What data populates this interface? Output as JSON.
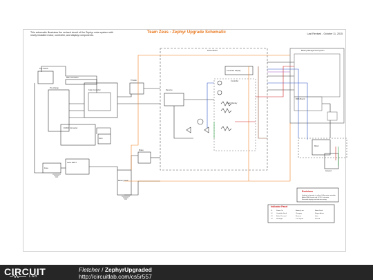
{
  "header": {
    "note": "This schematic illustrates the revised circuit of the Zephyr solar system with newly installed motor, controller, and display components.",
    "title": "Team Zeus - Zephyr Upgrade Schematic",
    "revised": "Last Revised - October 11, 2015"
  },
  "blocks": {
    "driver_board": "Driver Board",
    "battery_management": "Battery Management System",
    "controller": "Controller",
    "kelly_controller": "Kelly Controller",
    "bms_board": "BMS Board",
    "motor": "Motor",
    "horn": "Horn",
    "dc_converter": "DC/DC Converter",
    "controller_display": "Controller Display",
    "key_switch": "Key Switch",
    "main_contactor": "Main Contactor",
    "precharge": "Pre-charge",
    "solar_mppt": "Solar MPPT",
    "throttle": "Throttle",
    "reverse": "Reverse",
    "brake": "Brake",
    "battery_pack": "Battery Pack",
    "dash_display": "Dash Display",
    "fuse": "Fuse",
    "ground": "Ground"
  },
  "revisions": {
    "title": "Revisions",
    "items": [
      "Updated schematic to reflect Kelly motor controller",
      "Added BMS board and DC/DC converter",
      "Rerouted display and indicator wiring"
    ]
  },
  "indicator_panel": {
    "title": "Indicator Panel",
    "rows": [
      [
        "L1",
        "Power On",
        "Battery Low",
        "Motor Fault"
      ],
      [
        "L2",
        "Controller Fault",
        "Charging",
        "Regen Active"
      ],
      [
        "L3",
        "Brake Pressed",
        "Reverse",
        "Horn"
      ],
      [
        "L4",
        "Headlight",
        "Turn Signal",
        "Hazard"
      ]
    ]
  },
  "footer": {
    "logo_top": "CIRCUIT",
    "logo_bottom": "LAB",
    "author": "Fletcher",
    "separator": " / ",
    "project": "ZephyrUpgraded",
    "url": "http://circuitlab.com/cs5r557"
  },
  "colors": {
    "wire": "#333333",
    "orange": "#f08020",
    "blue": "#2e56c8",
    "red": "#d02020",
    "green": "#22a03a",
    "brown": "#8b4a2a",
    "purple": "#a050c8",
    "accent_title": "#e8781e"
  }
}
